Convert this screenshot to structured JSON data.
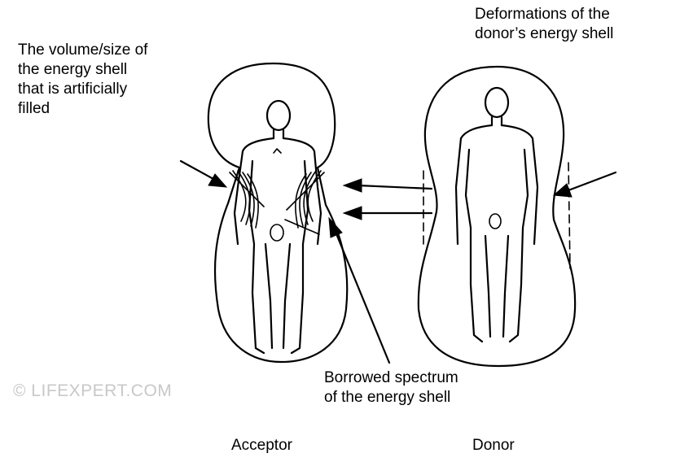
{
  "labels": {
    "volume": "The volume/size of\nthe energy shell\nthat is artificially\nfilled",
    "deformations": "Deformations of the\ndonor’s energy shell",
    "borrowed": "Borrowed spectrum\nof the energy shell",
    "acceptor": "Acceptor",
    "donor": "Donor"
  },
  "watermark": "© LIFEXPERT.COM"
}
